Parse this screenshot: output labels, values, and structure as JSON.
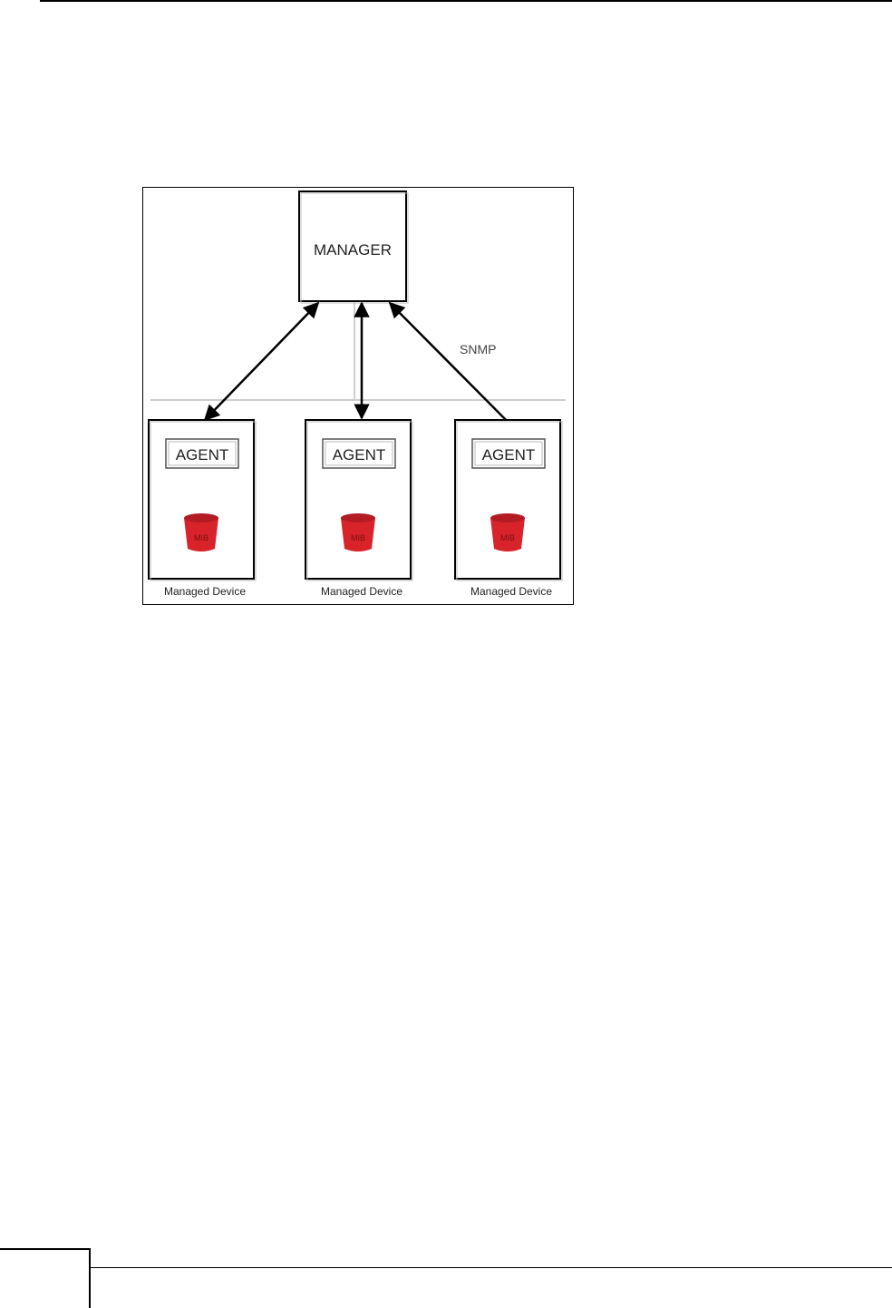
{
  "diagram": {
    "manager_label": "MANAGER",
    "protocol_label": "SNMP",
    "devices": [
      {
        "agent_label": "AGENT",
        "mib_label": "MIB",
        "device_label": "Managed Device"
      },
      {
        "agent_label": "AGENT",
        "mib_label": "MIB",
        "device_label": "Managed Device"
      },
      {
        "agent_label": "AGENT",
        "mib_label": "MIB",
        "device_label": "Managed Device"
      }
    ],
    "colors": {
      "mib_fill": "#d9232a",
      "mib_top": "#b21c22",
      "network_line": "#cfcfcf"
    }
  }
}
